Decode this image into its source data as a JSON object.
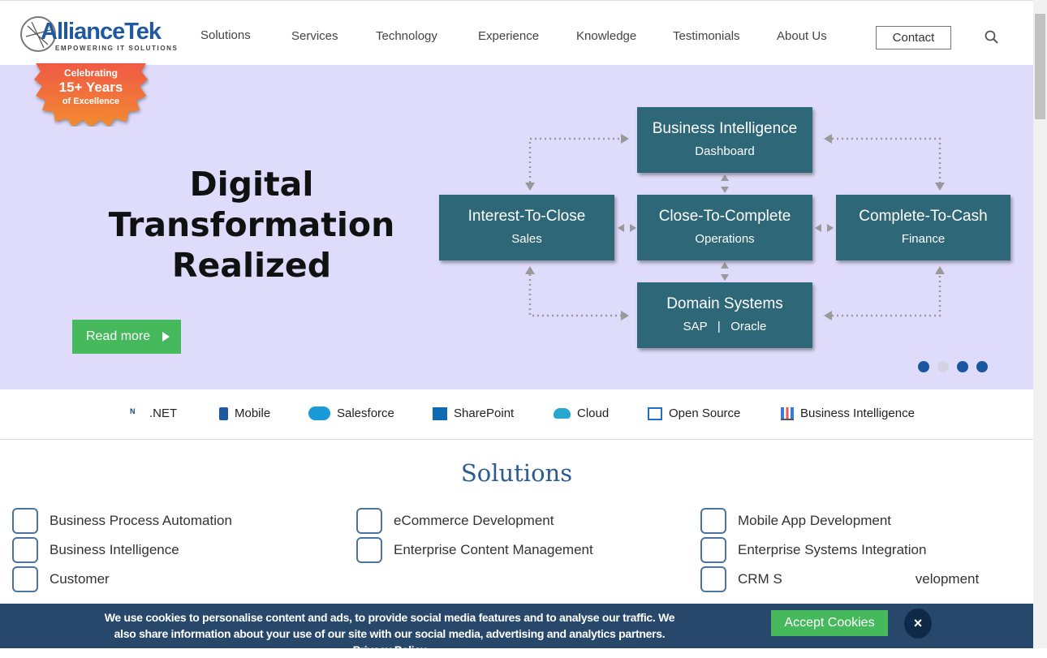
{
  "header": {
    "logo_name": "AllianceTek",
    "logo_tagline": "EMPOWERING IT SOLUTIONS",
    "nav": [
      "Solutions",
      "Services",
      "Technology",
      "Experience",
      "Knowledge",
      "Testimonials",
      "About Us"
    ],
    "contact": "Contact"
  },
  "hero": {
    "badge": {
      "line1": "Celebrating",
      "line2": "15+ Years",
      "line3": "of Excellence"
    },
    "headline1": "Digital Transformation",
    "headline2": "Realized",
    "read_more": "Read more",
    "boxes": [
      {
        "title": "Business Intelligence",
        "sub": "Dashboard"
      },
      {
        "title": "Interest-To-Close",
        "sub": "Sales"
      },
      {
        "title": "Close-To-Complete",
        "sub": "Operations"
      },
      {
        "title": "Complete-To-Cash",
        "sub": "Finance"
      },
      {
        "title": "Domain Systems",
        "sub": "SAP   |   Oracle"
      }
    ],
    "slide_active": 1,
    "slide_count": 4
  },
  "tech": [
    ".NET",
    "Mobile",
    "Salesforce",
    "SharePoint",
    "Cloud",
    "Open Source",
    "Business Intelligence"
  ],
  "solutions": {
    "title": "Solutions",
    "items": [
      "Business Process Automation",
      "eCommerce Development",
      "Mobile App Development",
      "Business Intelligence",
      "Enterprise Content Management",
      "Enterprise Systems Integration",
      "Customer",
      "CRM S",
      "velopment"
    ]
  },
  "cookie": {
    "text": "We use cookies to personalise content and ads, to provide social media features and to analyse our traffic. We also share information about your use of our site with our social media, advertising and analytics partners.",
    "policy": "Privacy Policy",
    "accept": "Accept Cookies",
    "close": "×"
  },
  "colors": {
    "accent": "#2d6778",
    "green": "#45b95c",
    "hero_bg": "#dedcfa",
    "title": "#2c5c8f"
  }
}
